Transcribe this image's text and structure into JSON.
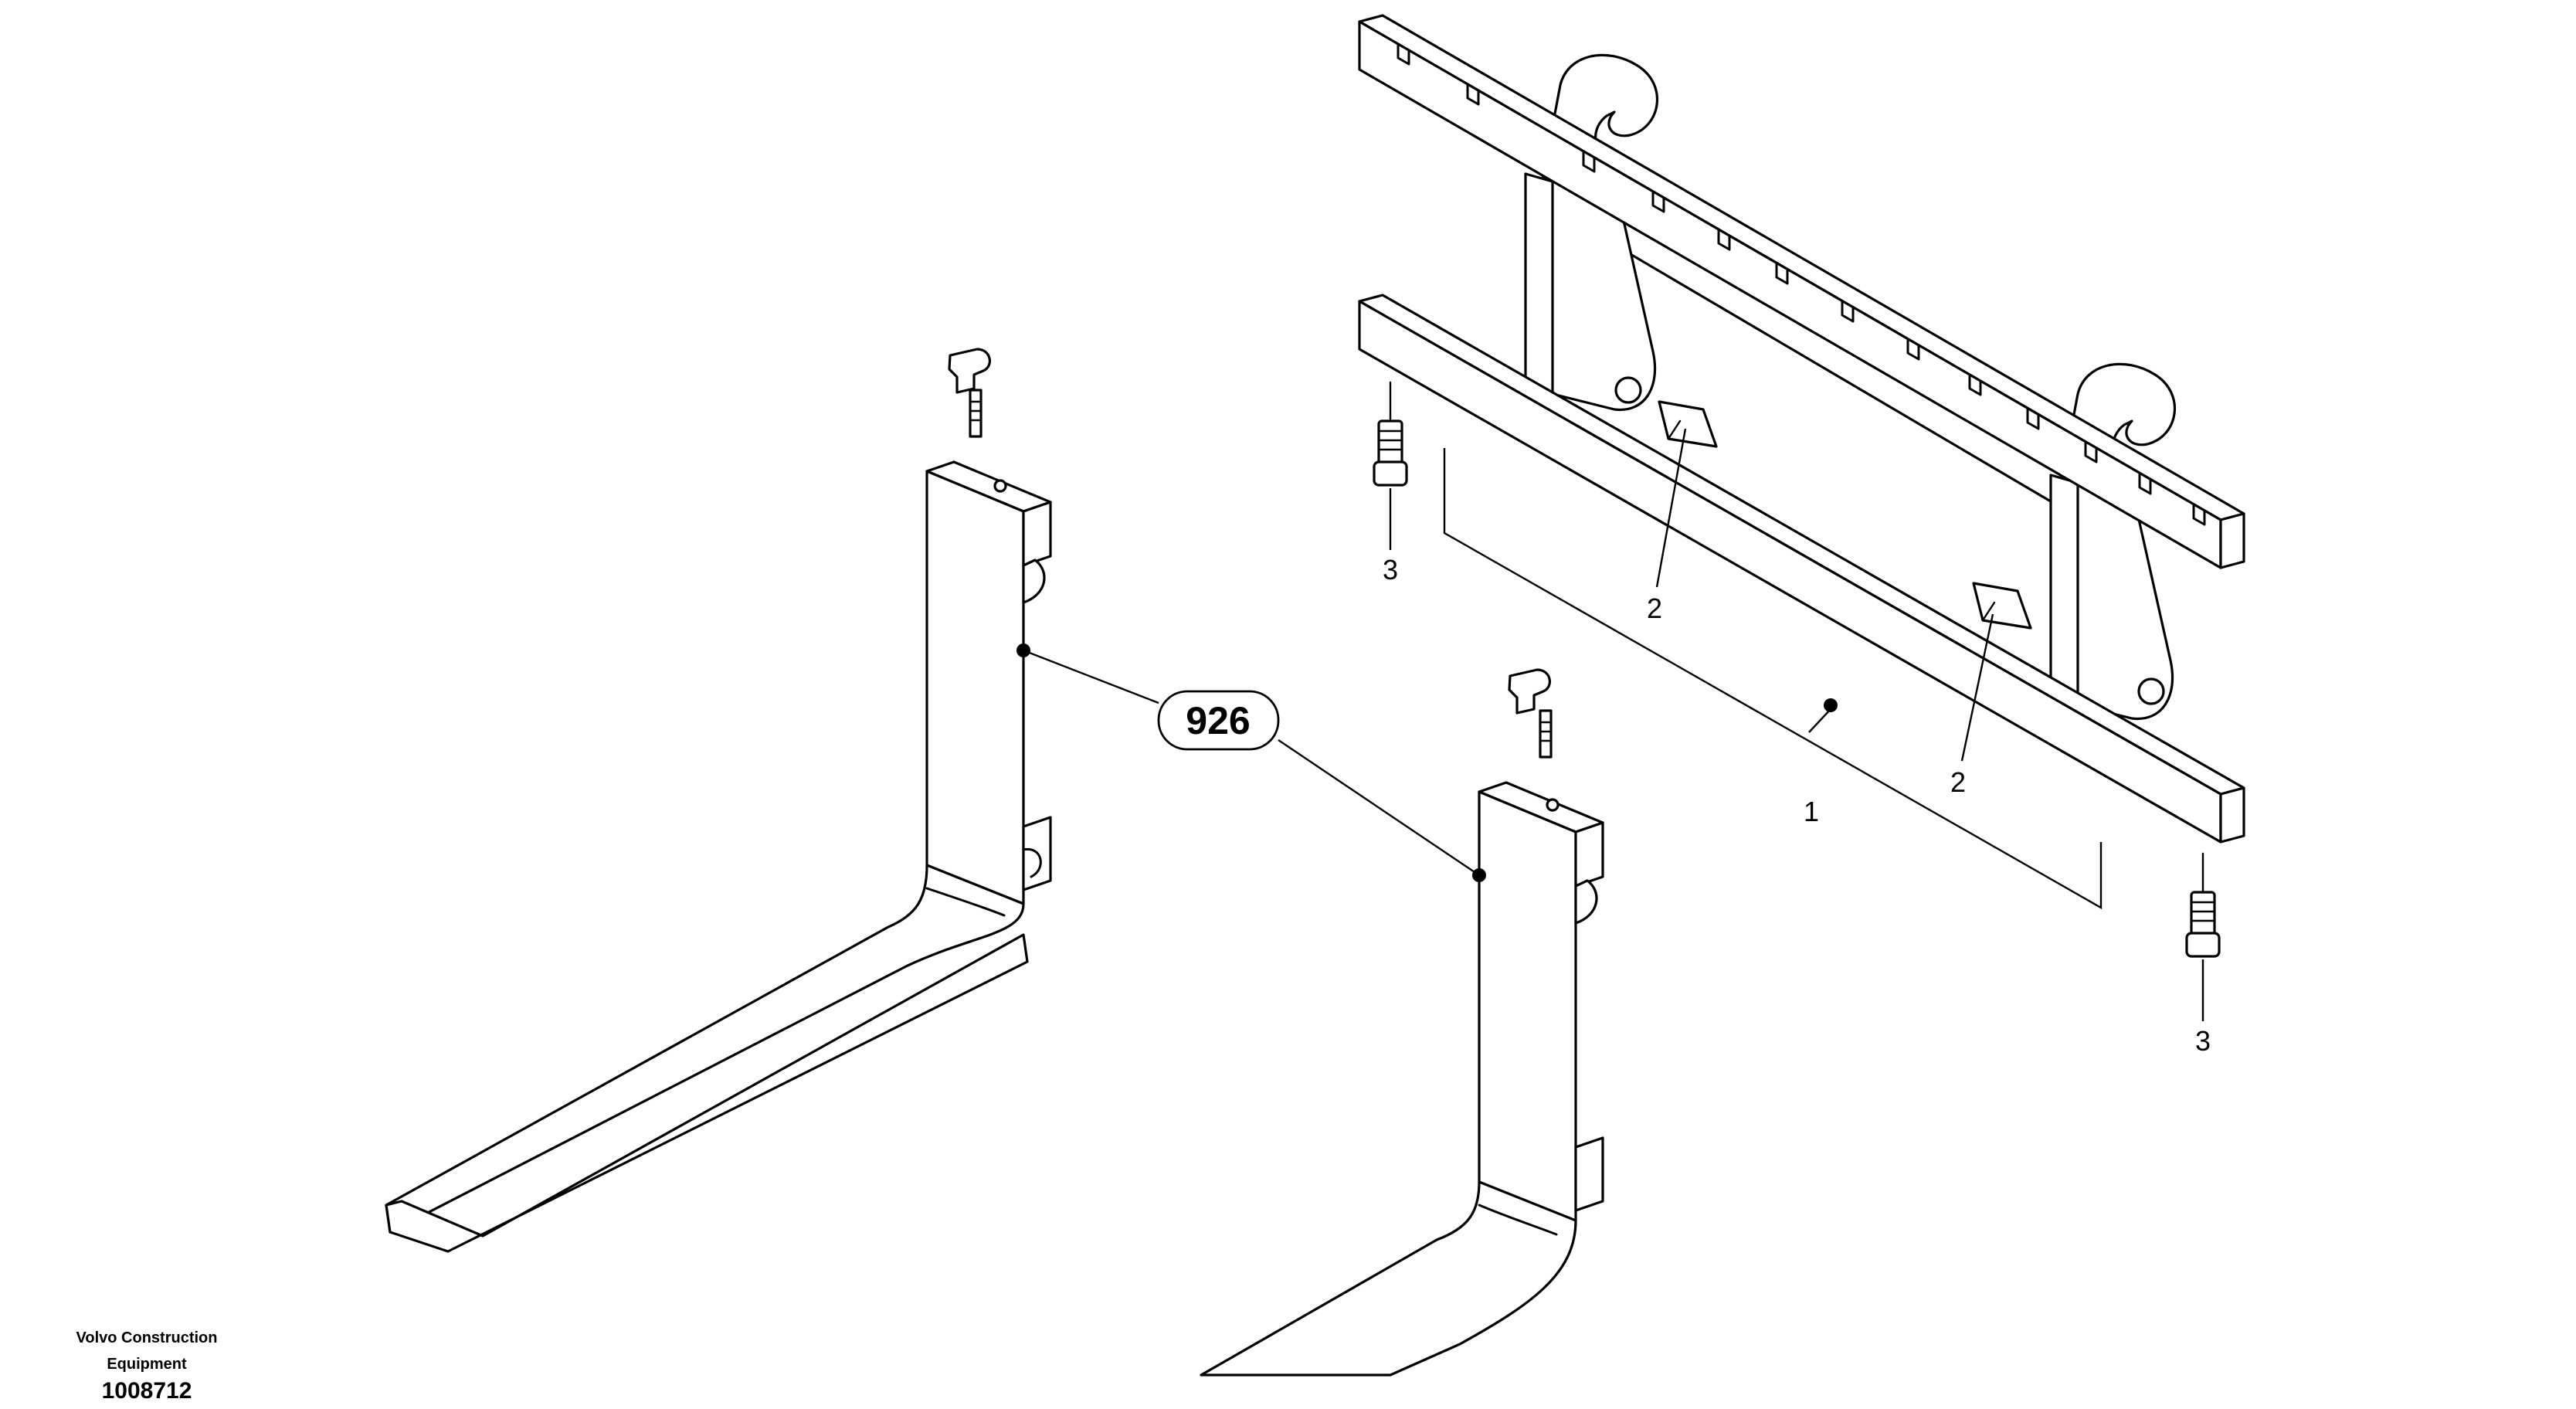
{
  "callouts": {
    "frame": "1",
    "pad_upper": "2",
    "pad_lower": "2",
    "bolt_left": "3",
    "bolt_right": "3",
    "fork_assembly": "926"
  },
  "footer": {
    "company_line1": "Volvo Construction",
    "company_line2": "Equipment",
    "drawing_number": "1008712"
  }
}
